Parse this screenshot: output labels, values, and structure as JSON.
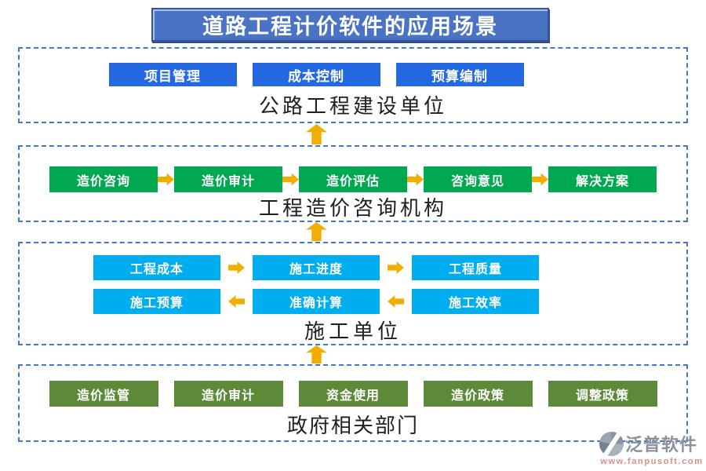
{
  "title": "道路工程计价软件的应用场景",
  "sections": [
    {
      "id": "highway-construction-unit",
      "label": "公路工程建设单位",
      "buttons": [
        "项目管理",
        "成本控制",
        "预算编制"
      ]
    },
    {
      "id": "cost-consulting-agency",
      "label": "工程造价咨询机构",
      "buttons": [
        "造价咨询",
        "造价审计",
        "造价评估",
        "咨询意见",
        "解决方案"
      ],
      "flow": "left-to-right"
    },
    {
      "id": "construction-unit",
      "label": "施工单位",
      "rows": [
        {
          "buttons": [
            "工程成本",
            "施工进度",
            "工程质量"
          ],
          "arrow_direction": "right"
        },
        {
          "buttons": [
            "施工预算",
            "准确计算",
            "施工效率"
          ],
          "arrow_direction": "left"
        }
      ]
    },
    {
      "id": "government-departments",
      "label": "政府相关部门",
      "buttons": [
        "造价监管",
        "造价审计",
        "资金使用",
        "造价政策",
        "调整政策"
      ]
    }
  ],
  "logo": {
    "name": "泛普软件",
    "url": "www.fanpusoft.com"
  },
  "colors": {
    "title_bg": "#4A73C5",
    "dashed_border": "#4377C9",
    "section1_button": "#2569E2",
    "section2_button": "#00A851",
    "section3_button": "#00AEEF",
    "section4_button": "#5C8A38",
    "arrow": "#F2AE00",
    "button_text": "#FFFFFF",
    "label_text": "#1F1F1F",
    "logo_text": "#8A929D",
    "logo_url_text": "#E08C8C"
  }
}
